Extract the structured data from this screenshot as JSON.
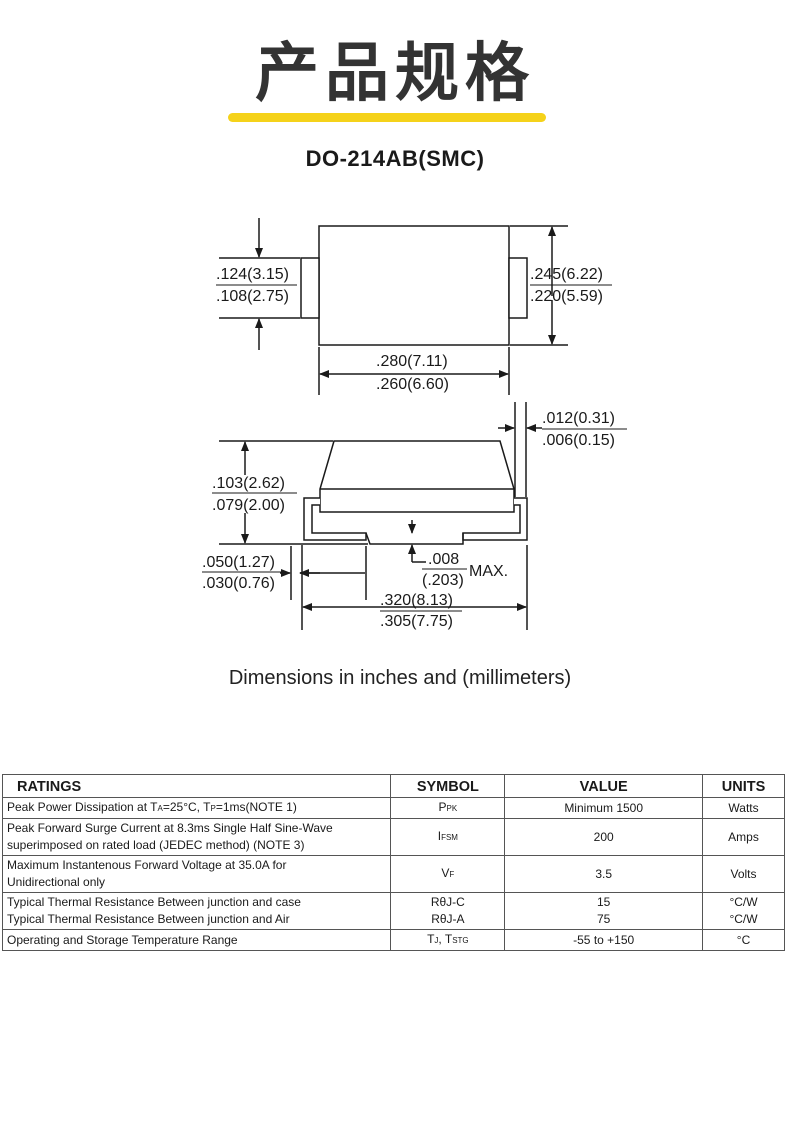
{
  "header": {
    "title": "产品规格",
    "package": "DO-214AB(SMC)"
  },
  "diagram": {
    "top_height_max": ".124(3.15)",
    "top_height_min": ".108(2.75)",
    "top_body_height_max": ".245(6.22)",
    "top_body_height_min": ".220(5.59)",
    "top_length_max": ".280(7.11)",
    "top_length_min": ".260(6.60)",
    "side_lead_thickness_max": ".012(0.31)",
    "side_lead_thickness_min": ".006(0.15)",
    "side_height_max": ".103(2.62)",
    "side_height_min": ".079(2.00)",
    "lead_length_max": ".050(1.27)",
    "lead_length_min": ".030(0.76)",
    "standoff": ".008",
    "standoff_mm": "(.203)",
    "standoff_suffix": "MAX.",
    "overall_length_max": ".320(8.13)",
    "overall_length_min": ".305(7.75)",
    "caption": "Dimensions in inches and (millimeters)"
  },
  "table": {
    "headers": {
      "ratings": "RATINGS",
      "symbol": "SYMBOL",
      "value": "VALUE",
      "units": "UNITS"
    },
    "rows": {
      "r1": {
        "pre": "Peak Power Dissipation at T",
        "s1": "A",
        "mid": "=25°C, T",
        "s2": "P",
        "post": "=1ms(NOTE 1)",
        "symbol_main": "P",
        "symbol_sub": "PK",
        "value": "Minimum 1500",
        "unit": "Watts"
      },
      "r2": {
        "line1": "Peak Forward Surge Current at 8.3ms Single Half Sine-Wave",
        "line2": "superimposed on rated load (JEDEC method) (NOTE 3)",
        "symbol_main": "I",
        "symbol_sub": "FSM",
        "value": "200",
        "unit": "Amps"
      },
      "r3": {
        "line1": "Maximum Instantenous Forward Voltage at 35.0A for",
        "line2": "Unidirectional only",
        "symbol_main": "V",
        "symbol_sub": "F",
        "value": "3.5",
        "unit": "Volts"
      },
      "r4": {
        "line1": "Typical Thermal Resistance Between junction and case",
        "line2": "Typical Thermal Resistance Between junction and Air",
        "symbol1": "RθJ-C",
        "symbol2": "RθJ-A",
        "value1": "15",
        "value2": "75",
        "unit1": "°C/W",
        "unit2": "°C/W"
      },
      "r5": {
        "label": "Operating and Storage Temperature Range",
        "symbol_a": "T",
        "symbol_a_sub": "J",
        "sep": ", T",
        "symbol_b_sub": "STG",
        "value": "-55 to +150",
        "unit": "°C"
      }
    }
  }
}
